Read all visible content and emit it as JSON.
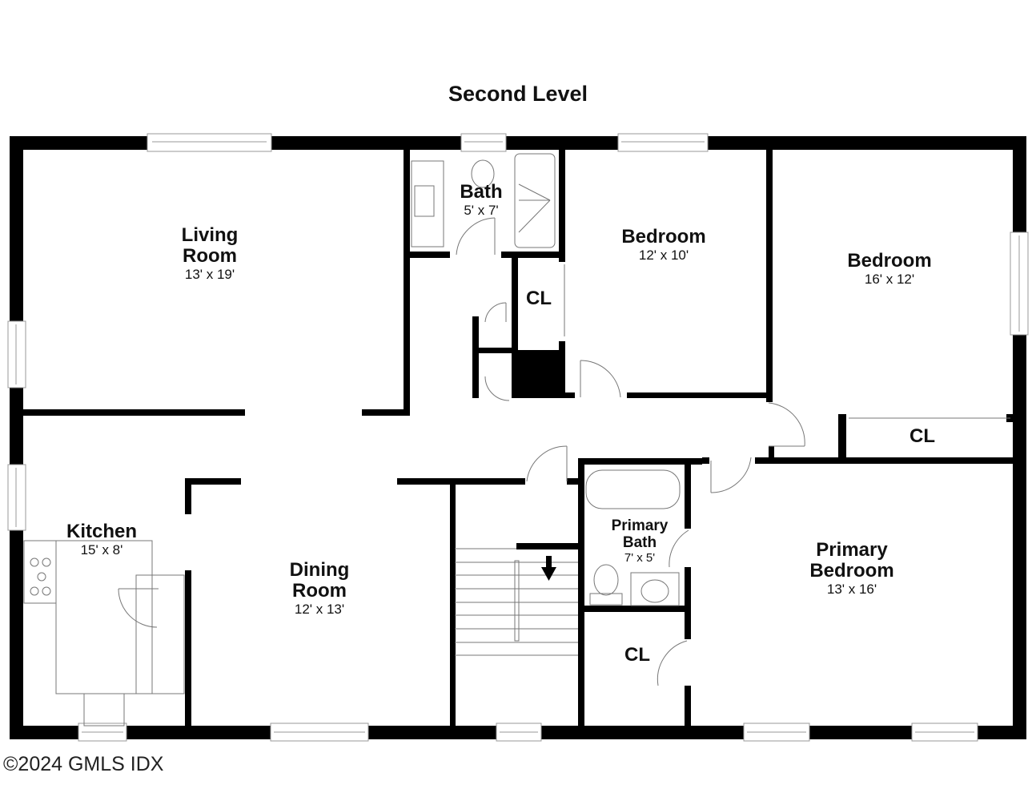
{
  "title": "Second Level",
  "rooms": {
    "living": {
      "name_line1": "Living",
      "name_line2": "Room",
      "dim": "13' x 19'"
    },
    "bath": {
      "name": "Bath",
      "dim": "5' x 7'"
    },
    "bedroom1": {
      "name": "Bedroom",
      "dim": "12' x 10'"
    },
    "bedroom2": {
      "name": "Bedroom",
      "dim": "16' x 12'"
    },
    "closet_hall": {
      "name": "CL"
    },
    "closet_bedroom2": {
      "name": "CL"
    },
    "kitchen": {
      "name": "Kitchen",
      "dim": "15' x 8'"
    },
    "dining": {
      "name_line1": "Dining",
      "name_line2": "Room",
      "dim": "12' x 13'"
    },
    "primary_bath": {
      "name_line1": "Primary",
      "name_line2": "Bath",
      "dim": "7' x 5'"
    },
    "primary_bedroom": {
      "name_line1": "Primary",
      "name_line2": "Bedroom",
      "dim": "13' x 16'"
    },
    "closet_primary": {
      "name": "CL"
    }
  },
  "stairs": {
    "direction": "down"
  },
  "copyright": "©2024 GMLS IDX",
  "colors": {
    "wall": "#000000",
    "fixture": "#888888",
    "background": "#ffffff"
  }
}
